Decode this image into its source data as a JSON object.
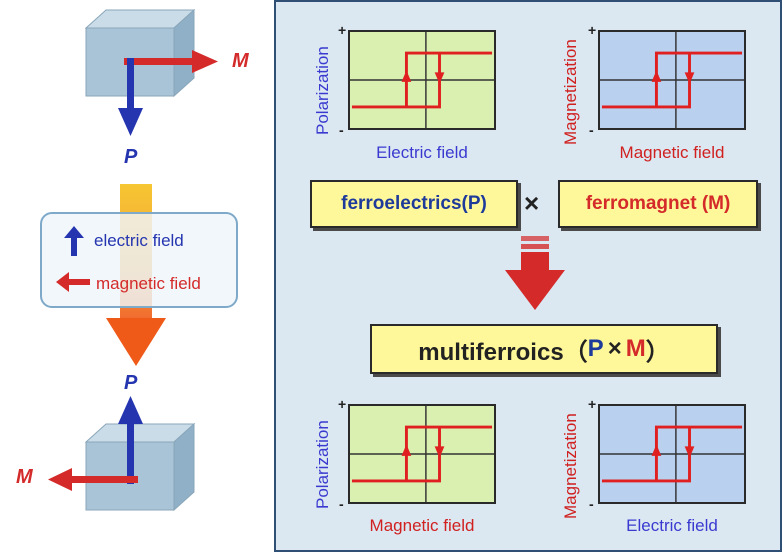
{
  "left": {
    "top_m_label": "M",
    "top_p_label": "P",
    "stimulus": {
      "electric_label": "electric field",
      "magnetic_label": "magnetic field"
    },
    "bottom_p_label": "P",
    "bottom_m_label": "M"
  },
  "right": {
    "plots": [
      {
        "ylabel": "Polarization",
        "xlabel": "Electric field",
        "fill": "#d9f0b0",
        "ylabel_color": "#3a3ad0",
        "xlabel_color": "#3a3ad0"
      },
      {
        "ylabel": "Magnetization",
        "xlabel": "Magnetic field",
        "fill": "#b9d0ef",
        "ylabel_color": "#d02020",
        "xlabel_color": "#d02020"
      },
      {
        "ylabel": "Polarization",
        "xlabel": "Magnetic field",
        "fill": "#d9f0b0",
        "ylabel_color": "#3a3ad0",
        "xlabel_color": "#d02020"
      },
      {
        "ylabel": "Magnetization",
        "xlabel": "Electric field",
        "fill": "#b9d0ef",
        "ylabel_color": "#d02020",
        "xlabel_color": "#3a3ad0"
      }
    ],
    "plus": "+",
    "minus": "-",
    "ferroelectrics": "ferroelectrics(P)",
    "times": "×",
    "ferromagnet": "ferromagnet (M)",
    "multiferroics_text": "multiferroics（",
    "multi_p": "P",
    "multi_x": "×",
    "multi_m": "M",
    "multi_close": "）"
  },
  "colors": {
    "red": "#d42a2a",
    "blue": "#2535b0",
    "loop": "#e02020",
    "panel": "#dbe8f1",
    "box_yellow": "#fff89a"
  }
}
